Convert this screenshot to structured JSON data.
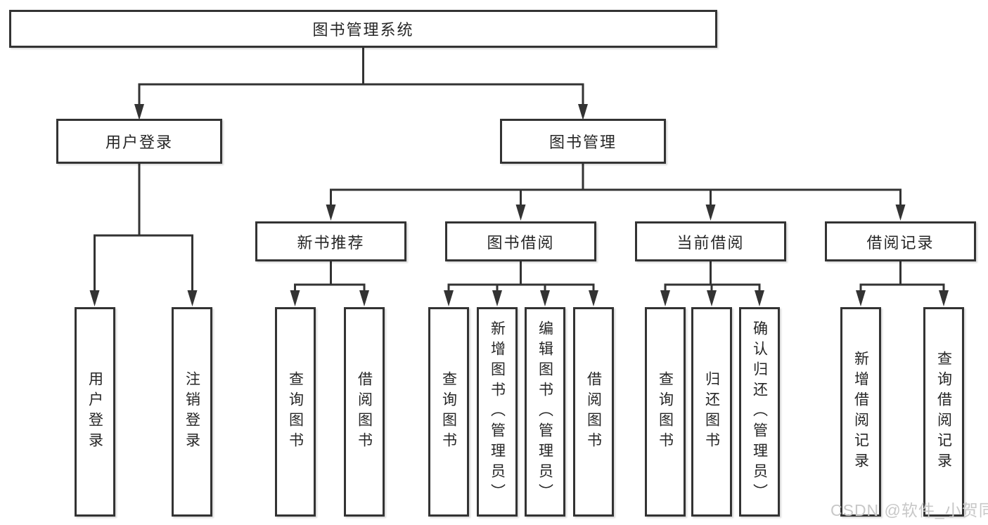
{
  "diagram": {
    "type": "hierarchy-tree",
    "orientation": "top-down"
  },
  "colors": {
    "background": "#ffffff",
    "line": "#333333",
    "node_border": "#333333",
    "node_fill": "#ffffff",
    "node_text": "#262626",
    "watermark_text": "#c8c8c8"
  },
  "nodes": {
    "root": {
      "label": "图书管理系统"
    },
    "user_login": {
      "label": "用户登录",
      "children": [
        "用户登录",
        "注销登录"
      ]
    },
    "book_management": {
      "label": "图书管理"
    },
    "new_book_recommend": {
      "label": "新书推荐",
      "children": [
        "查询图书",
        "借阅图书"
      ]
    },
    "book_borrowing": {
      "label": "图书借阅",
      "children": [
        "查询图书",
        "新增图书（管理员）",
        "编辑图书（管理员）",
        "借阅图书"
      ]
    },
    "current_borrowing": {
      "label": "当前借阅",
      "children": [
        "查询图书",
        "归还图书",
        "确认归还（管理员）"
      ]
    },
    "borrowing_records": {
      "label": "借阅记录",
      "children": [
        "新增借阅记录",
        "查询借阅记录"
      ]
    }
  },
  "watermark": {
    "text": "CSDN @软件_小贺同学"
  }
}
